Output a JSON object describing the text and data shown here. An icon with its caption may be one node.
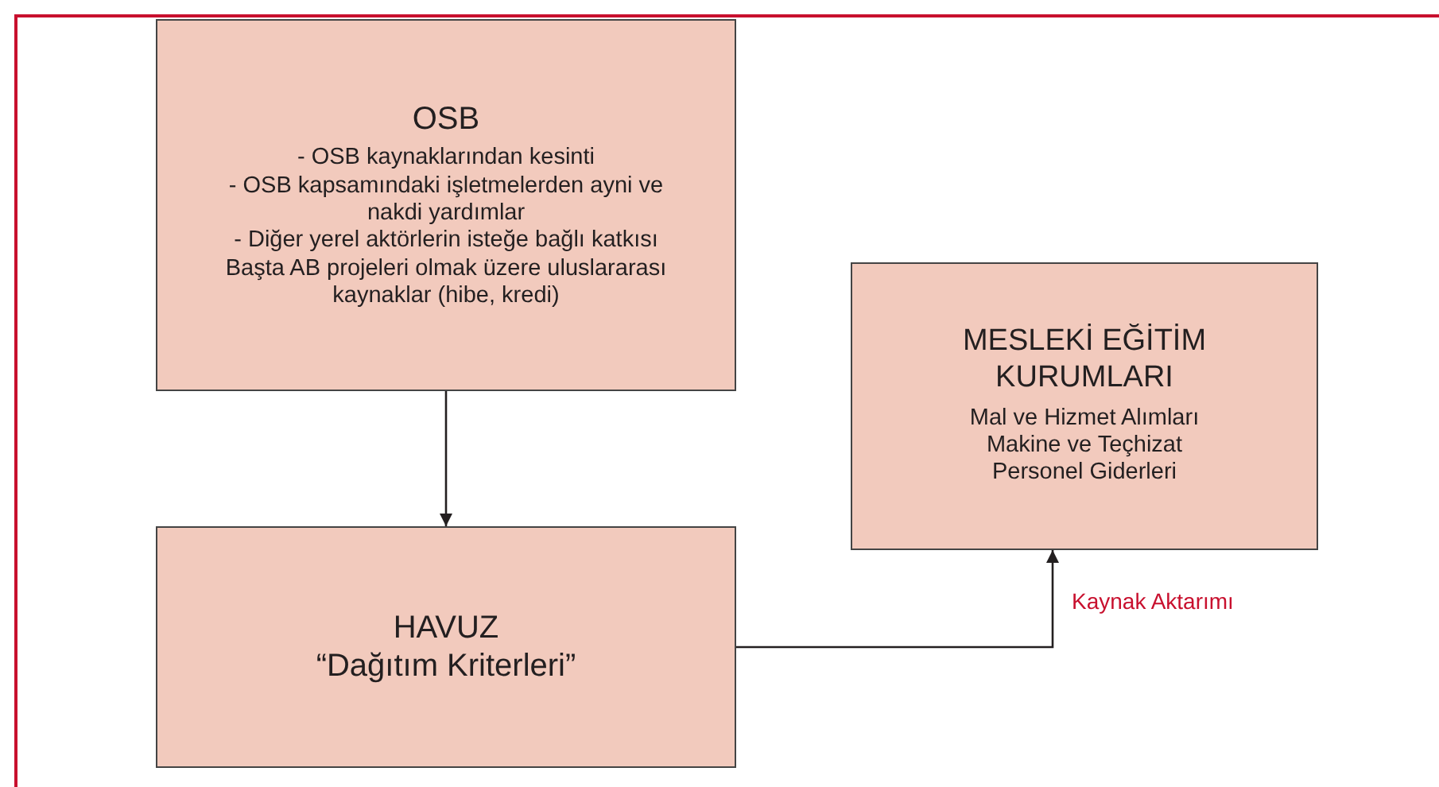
{
  "diagram": {
    "nodes": [
      {
        "text": [
          "OSB",
          "- OSB kaynaklarından kesinti",
          "- OSB kapsamındaki işletmelerden ayni ve nakdi yardımlar",
          "- Diğer yerel aktörlerin isteğe bağlı katkısı",
          "Başta AB projeleri olmak üzere uluslararası kaynaklar (hibe, kredi)"
        ]
      },
      {
        "text": [
          "HAVUZ",
          "“Dağıtım Kriterleri”"
        ]
      },
      {
        "text": [
          "MESLEKİ EĞİTİM KURUMLARI",
          "Mal ve Hizmet Alımları",
          "Makine ve Teçhizat",
          "Personel Giderleri"
        ]
      }
    ],
    "edges": [
      {
        "from": 0,
        "to": 1,
        "arrow": "to"
      },
      {
        "from": 1,
        "to": 2,
        "arrow": "to",
        "label": "Kaynak Aktarımı"
      }
    ]
  }
}
